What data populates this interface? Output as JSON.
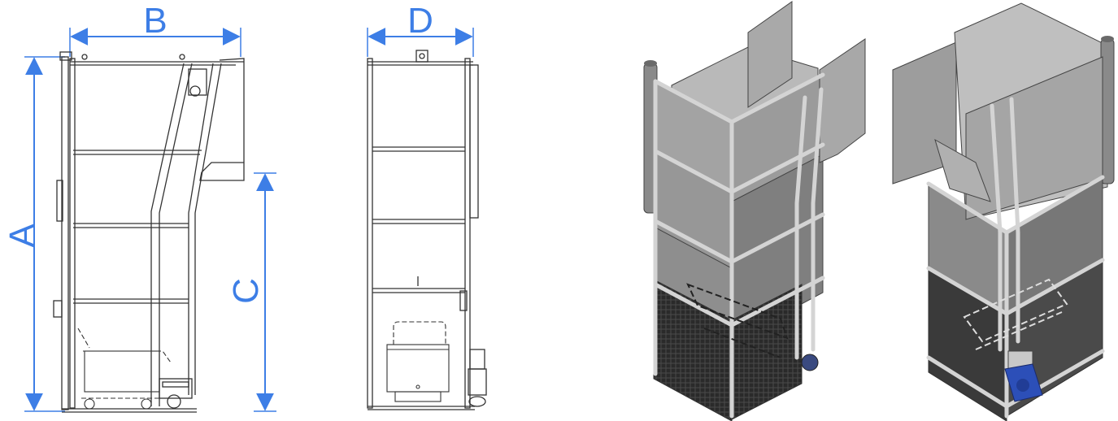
{
  "dimension_labels": {
    "A": "A",
    "B": "B",
    "C": "C",
    "D": "D"
  },
  "colors": {
    "dimension": "#3d7ee6",
    "line": "#333333",
    "panel": "#9d9d9d",
    "panel_light": "#b9b9b9",
    "panel_dark": "#6f6f6f",
    "frame": "#d2d2d2",
    "mesh": "#262626",
    "motor_blue": "#2c4fb8"
  },
  "icons": [
    "arrow-head-icon",
    "motor-icon",
    "wheel-icon"
  ]
}
